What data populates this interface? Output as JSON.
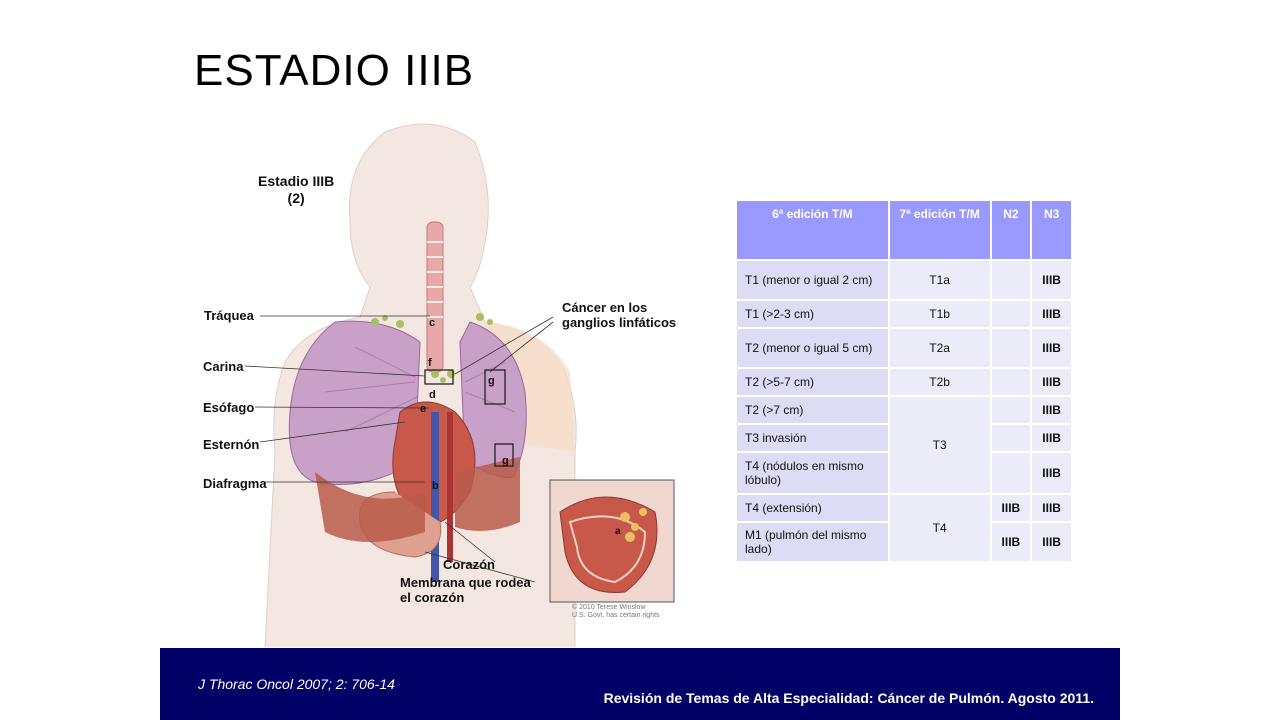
{
  "slide": {
    "title": "ESTADIO IIIB"
  },
  "illustration": {
    "heading_line1": "Estadio IIIB",
    "heading_line2": "(2)",
    "labels": {
      "traquea": "Tráquea",
      "carina": "Carina",
      "esofago": "Esófago",
      "esternon": "Esternón",
      "diafragma": "Diafragma",
      "cancer_line1": "Cáncer en los",
      "cancer_line2": "ganglios linfáticos",
      "corazon": "Corazón",
      "membrana_line1": "Membrana que rodea",
      "membrana_line2": "el corazón"
    },
    "markers": [
      "c",
      "f",
      "d",
      "e",
      "b",
      "g",
      "g",
      "a"
    ],
    "copyright_line1": "© 2010 Terese Winslow",
    "copyright_line2": "U.S. Govt. has certain rights",
    "colors": {
      "body": "#f4e6e0",
      "lung": "#c9a0c8",
      "heart": "#c8584a",
      "trachea": "#e8a8a8",
      "stomach": "#e0a090"
    }
  },
  "table": {
    "headers": [
      "6ª edición T/M",
      "7ª edición T/M",
      "N2",
      "N3"
    ],
    "rows": [
      {
        "c1": "T1 (menor o igual 2 cm)",
        "c2": "T1a",
        "c3": "",
        "c4": "IIIB"
      },
      {
        "c1": "T1 (>2-3 cm)",
        "c2": "T1b",
        "c3": "",
        "c4": "IIIB"
      },
      {
        "c1": "T2 (menor o igual 5 cm)",
        "c2": "T2a",
        "c3": "",
        "c4": "IIIB"
      },
      {
        "c1": "T2 (>5-7 cm)",
        "c2": "T2b",
        "c3": "",
        "c4": "IIIB"
      },
      {
        "c1": "T2 (>7 cm)",
        "c2": "T3",
        "c3": "",
        "c4": "IIIB"
      },
      {
        "c1": "T3 invasión",
        "c3": "",
        "c4": "IIIB"
      },
      {
        "c1": "T4 (nódulos en mismo lóbulo)",
        "c3": "",
        "c4": "IIIB"
      },
      {
        "c1": "T4 (extensión)",
        "c2": "T4",
        "c3": "IIIB",
        "c4": "IIIB"
      },
      {
        "c1": "M1 (pulmón del mismo lado)",
        "c3": "IIIB",
        "c4": "IIIB"
      }
    ],
    "header_color": "#9999ff"
  },
  "footer": {
    "citation": "J Thorac Oncol 2007; 2: 706-14",
    "meeting": "Revisión de Temas de Alta Especialidad: Cáncer de Pulmón. Agosto 2011.",
    "background": "#000066"
  }
}
